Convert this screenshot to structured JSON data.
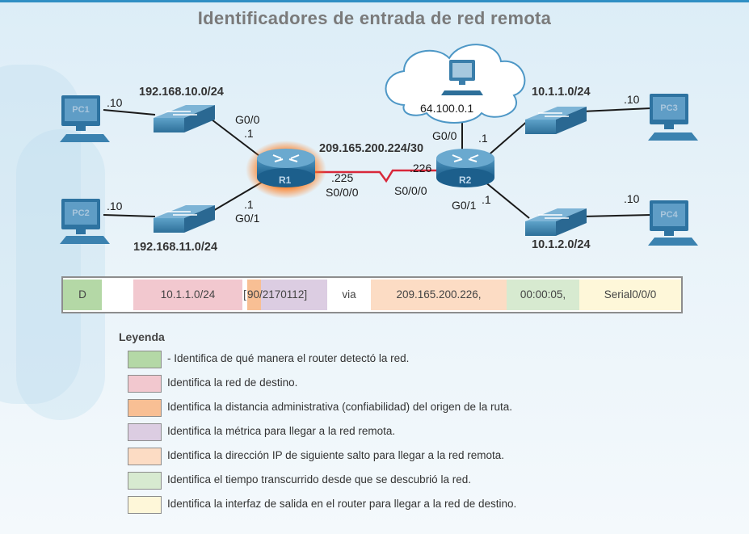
{
  "title": "Identificadores de entrada de red remota",
  "devices": {
    "pc1": "PC1",
    "pc2": "PC2",
    "pc3": "PC3",
    "pc4": "PC4",
    "r1": "R1",
    "r2": "R2"
  },
  "labels": {
    "net_192_168_10": "192.168.10.0/24",
    "net_192_168_11": "192.168.11.0/24",
    "net_10_1_1": "10.1.1.0/24",
    "net_10_1_2": "10.1.2.0/24",
    "net_serial": "209.165.200.224/30",
    "internet": "64.100.0.1",
    "pc1_host": ".10",
    "pc2_host": ".10",
    "pc3_host": ".10",
    "pc4_host": ".10",
    "r1_g00": "G0/0",
    "r1_g00_host": ".1",
    "r1_g01_host": ".1",
    "r1_g01": "G0/1",
    "r1_s000_host": ".225",
    "r1_s000": "S0/0/0",
    "r2_s000_host": ".226",
    "r2_s000": "S0/0/0",
    "r2_g00": "G0/0",
    "r2_g00_host": ".1",
    "r2_g01": "G0/1",
    "r2_g01_host": ".1"
  },
  "route_entry": {
    "code": "D",
    "network": "10.1.1.0/24",
    "bracket_open": "[",
    "ad_metric": "90/2170112]",
    "via": "via",
    "next_hop": "209.165.200.226,",
    "time": "00:00:05,",
    "interface": "Serial0/0/0"
  },
  "legend": {
    "title": "Leyenda",
    "items": [
      {
        "color": "#b4d8a6",
        "text": "- Identifica de qué manera el router detectó la red."
      },
      {
        "color": "#f2c8cf",
        "text": "Identifica la red de destino."
      },
      {
        "color": "#f8bf94",
        "text": "Identifica la distancia administrativa (confiabilidad) del origen de la ruta."
      },
      {
        "color": "#dccde2",
        "text": "Identifica la métrica para llegar a la red remota."
      },
      {
        "color": "#fcdcc4",
        "text": "Identifica la dirección IP de siguiente salto para llegar a la red remota."
      },
      {
        "color": "#d7ead0",
        "text": "Identifica el tiempo transcurrido desde que se descubrió la red."
      },
      {
        "color": "#fef7d9",
        "text": "Identifica la interfaz de salida en el router para llegar a la red de destino."
      }
    ]
  }
}
